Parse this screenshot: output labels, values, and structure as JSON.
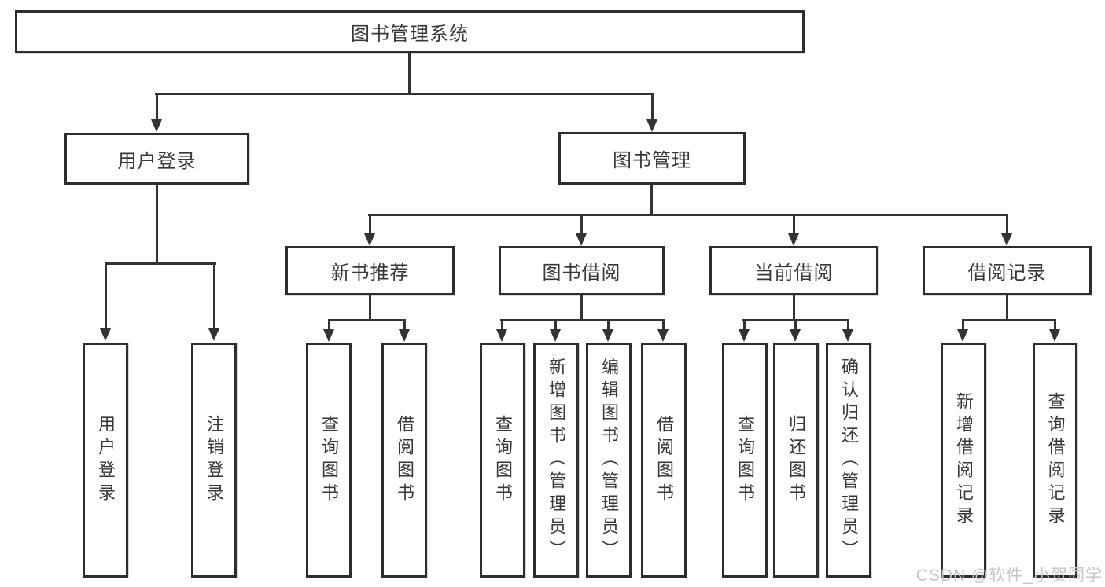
{
  "diagram": {
    "title": "图书管理系统",
    "watermark": "CSDN @软件_小贺同学",
    "colors": {
      "line": "#333333",
      "box_border": "#2d2d2d",
      "text": "#383838",
      "watermark": "#c6c6c6",
      "background": "#ffffff"
    },
    "root": {
      "label": "图书管理系统"
    },
    "branches": [
      {
        "label": "用户登录",
        "children": [
          {
            "label": "用户登录"
          },
          {
            "label": "注销登录"
          }
        ]
      },
      {
        "label": "图书管理",
        "children": [
          {
            "label": "新书推荐",
            "children": [
              {
                "label": "查询图书"
              },
              {
                "label": "借阅图书"
              }
            ]
          },
          {
            "label": "图书借阅",
            "children": [
              {
                "label": "查询图书"
              },
              {
                "label": "新增图书（管理员）"
              },
              {
                "label": "编辑图书（管理员）"
              },
              {
                "label": "借阅图书"
              }
            ]
          },
          {
            "label": "当前借阅",
            "children": [
              {
                "label": "查询图书"
              },
              {
                "label": "归还图书"
              },
              {
                "label": "确认归还（管理员）"
              }
            ]
          },
          {
            "label": "借阅记录",
            "children": [
              {
                "label": "新增借阅记录"
              },
              {
                "label": "查询借阅记录"
              }
            ]
          }
        ]
      }
    ]
  }
}
